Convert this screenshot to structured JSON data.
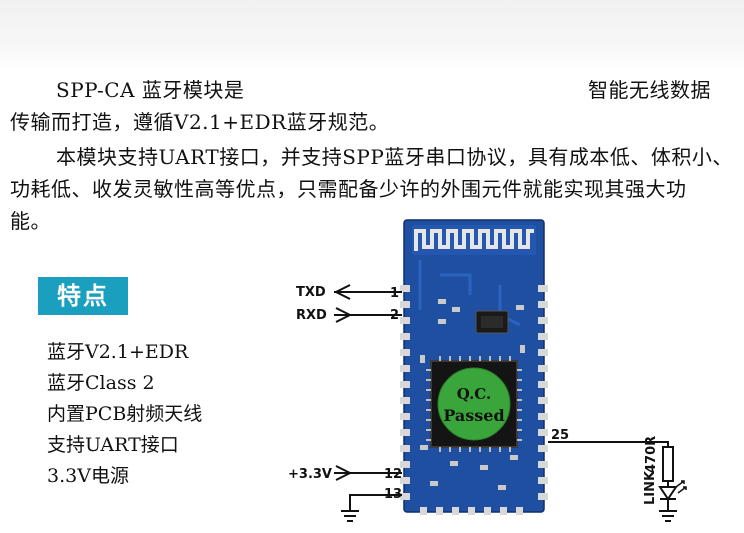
{
  "intro": {
    "line1_left": "SPP-CA 蓝牙模块是",
    "line1_right": "智能无线数据",
    "line2": "传输而打造，遵循V2.1+EDR蓝牙规范。",
    "line3": "本模块支持UART接口，并支持SPP蓝牙串口协议，具有成本低、体积小、",
    "line4": "功耗低、收发灵敏性高等优点，只需配备少许的外围元件就能实现其强大功",
    "line5": "能。"
  },
  "features": {
    "badge": "特点",
    "items": [
      "蓝牙V2.1+EDR",
      "蓝牙Class 2",
      "内置PCB射频天线",
      "支持UART接口",
      "3.3V电源"
    ]
  },
  "diagram": {
    "txd": "TXD",
    "rxd": "RXD",
    "vcc": "+3.3V",
    "pin_1": "1",
    "pin_2": "2",
    "pin_12": "12",
    "pin_13": "13",
    "pin_25": "25",
    "resistor": "470R",
    "led": "LINK",
    "chip_line1": "Q.C.",
    "chip_line2": "Passed",
    "colors": {
      "pcb": "#1f4fa0",
      "pcb_dark": "#163c80",
      "pad": "#d8d8d8",
      "chip": "#141414",
      "qc_sticker": "#3aa53a",
      "accent_badge": "#1a9fbf"
    }
  }
}
